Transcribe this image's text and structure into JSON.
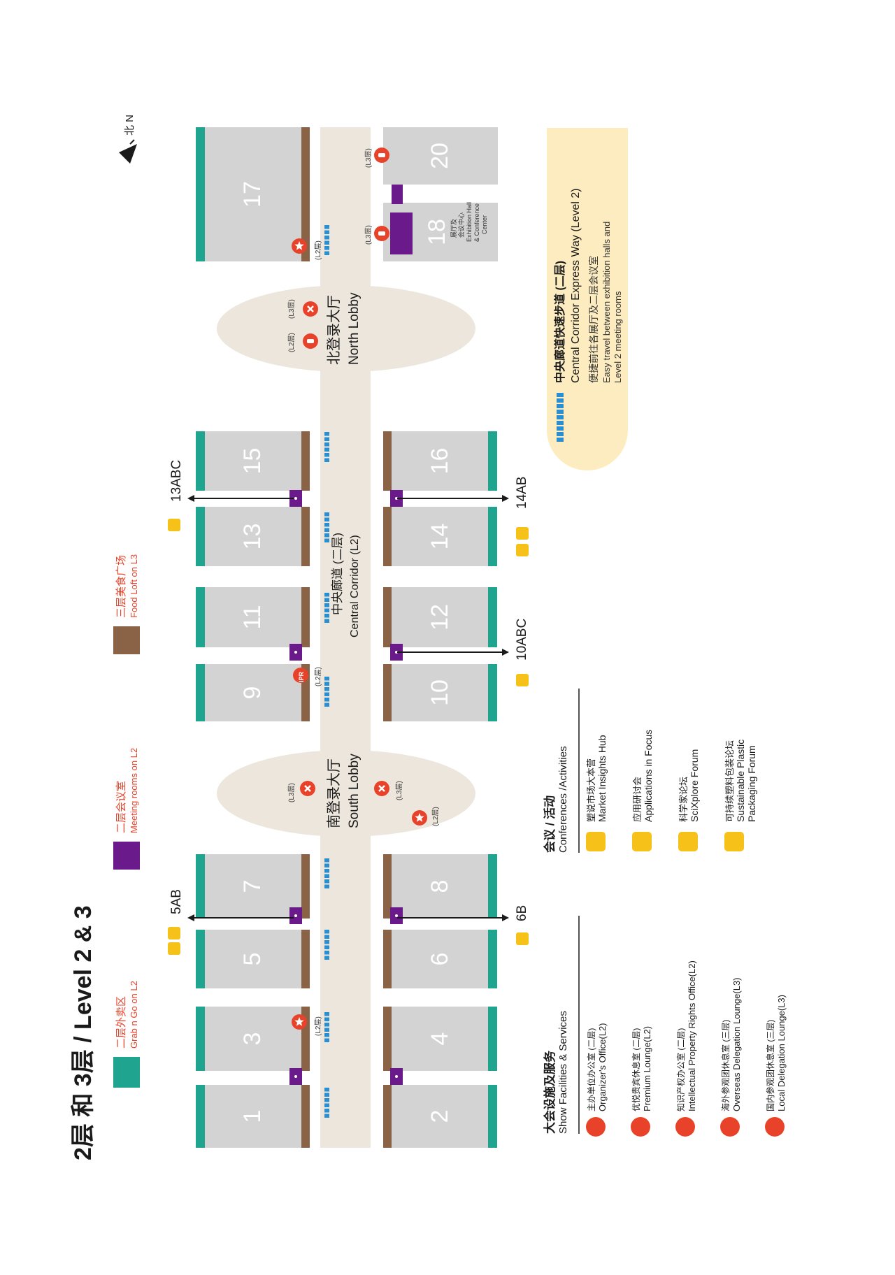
{
  "title": "2层 和 3层 / Level 2 & 3",
  "north": "北 N",
  "colors": {
    "hall": "#d3d3d3",
    "green": "#1fa58f",
    "brown": "#8a6246",
    "purple": "#6a1a8a",
    "corridor": "#ece6dc",
    "lobby": "#ece6dc",
    "blue": "#2a8fd0",
    "accent_red": "#e8432a",
    "accent_yellow": "#f6c21a",
    "express_bg": "#fdecbf"
  },
  "legend": [
    {
      "swatch": "green",
      "cn": "二层外卖区",
      "en": "Grab n Go on L2"
    },
    {
      "swatch": "purple",
      "cn": "二层会议室",
      "en": "Meeting rooms on L2"
    },
    {
      "swatch": "brown",
      "cn": "三层美食广场",
      "en": "Food Loft on L3"
    }
  ],
  "halls": {
    "top": [
      "1",
      "3",
      "5",
      "7",
      "9",
      "11",
      "13",
      "15",
      "17"
    ],
    "bottom": [
      "2",
      "4",
      "6",
      "8",
      "10",
      "12",
      "14",
      "16",
      "18",
      "20"
    ],
    "hall18_note": [
      "展厅及",
      "会议中心",
      "Exhibition Hall",
      "& Conference",
      "Center"
    ]
  },
  "lobbies": {
    "south": {
      "cn": "南登录大厅",
      "en": "South Lobby"
    },
    "north": {
      "cn": "北登录大厅",
      "en": "North Lobby"
    }
  },
  "corridor": {
    "cn": "中央廊道 (二层)",
    "en": "Central Corridor (L2)"
  },
  "floor_tags": {
    "l2": "(L2层)",
    "l3": "(L3层)"
  },
  "badges": {
    "ipr": "IPR"
  },
  "rooms": {
    "r5ab": "5AB",
    "r6b": "6B",
    "r10abc": "10ABC",
    "r13abc": "13ABC",
    "r14ab": "14AB"
  },
  "express": {
    "cn": "中央廊道快速步道 (二层)",
    "en": "Central Corridor Express Way (Level 2)",
    "desc_cn": "便捷前往各展厅及二层会议室",
    "desc_en1": "Easy travel between exhibition halls and",
    "desc_en2": "Level 2 meeting rooms"
  },
  "facilities": {
    "header_cn": "大会设施及服务",
    "header_en": "Show Facilities & Services",
    "items": [
      {
        "cn": "主办单位办公室 (二层)",
        "en": "Organizer's Office(L2)"
      },
      {
        "cn": "优悦贵宾休息室 (二层)",
        "en": "Premium Lounge(L2)"
      },
      {
        "cn": "知识产权办公室 (二层)",
        "en": "Intellectual Property Rights Office(L2)"
      },
      {
        "cn": "海外参观团休息室 (三层)",
        "en": "Overseas Delegation Lounge(L3)"
      },
      {
        "cn": "国内参观团休息室 (三层)",
        "en": "Local Delegation Lounge(L3)"
      }
    ]
  },
  "conferences": {
    "header_cn": "会议 / 活动",
    "header_en": "Conferences /Activities",
    "items": [
      {
        "cn": "塑说市场大本营",
        "en": "Market Insights Hub"
      },
      {
        "cn": "应用研讨会",
        "en": "Applications in Focus"
      },
      {
        "cn": "科学家论坛",
        "en": "SciXplore Forum"
      },
      {
        "cn": "可持续塑料包装论坛",
        "en": "Sustainable Plastic",
        "en2": "Packaging Forum"
      }
    ]
  }
}
